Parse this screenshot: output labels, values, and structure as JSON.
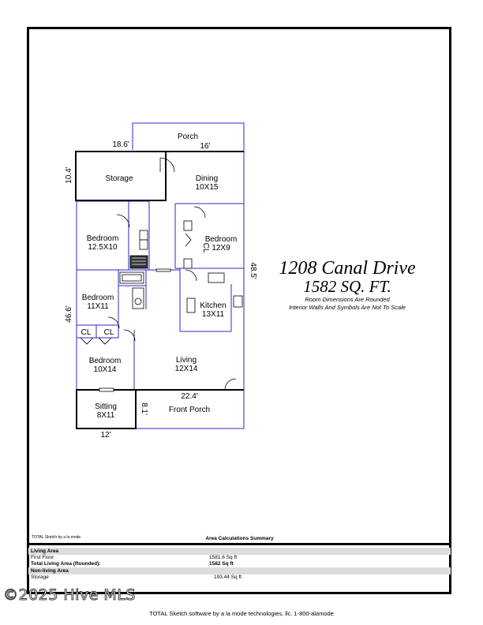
{
  "title": {
    "address": "1208 Canal Drive",
    "sqft": "1582 SQ. FT.",
    "note1": "Room Dimensions Are Rounded",
    "note2": "Interior Walls And Symbols Are Not To Scale"
  },
  "rooms": {
    "porch": "Porch",
    "storage": "Storage",
    "dining": {
      "name": "Dining",
      "size": "10X15"
    },
    "bedroom1": {
      "name": "Bedroom",
      "size": "12.5X10"
    },
    "bedroom2": {
      "name": "Bedroom",
      "size": "12X9"
    },
    "bedroom3": {
      "name": "Bedroom",
      "size": "11X11"
    },
    "kitchen": {
      "name": "Kitchen",
      "size": "13X11"
    },
    "bedroom4": {
      "name": "Bedroom",
      "size": "10X14"
    },
    "living": {
      "name": "Living",
      "size": "12X14"
    },
    "sitting": {
      "name": "Sitting",
      "size": "8X11"
    },
    "front_porch": "Front Porch",
    "closet": "CL"
  },
  "dimensions": {
    "porch_left": "18.6'",
    "porch_right": "16'",
    "storage_height": "10.4'",
    "right_side": "48.5'",
    "left_side": "46.6'",
    "front_porch_width": "22.4'",
    "front_porch_depth": "8.1'",
    "sitting_width": "12'"
  },
  "calc": {
    "software_small": "TOTAL Sketch by a la mode",
    "heading": "Area Calculations Summary",
    "living_section": "Living Area",
    "first_floor_label": "First Floor",
    "first_floor_value": "1581.6 Sq ft",
    "total_label": "Total Living Area (Rounded):",
    "total_value": "1582 Sq ft",
    "nonliving_section": "Non-living Area",
    "storage_label": "Storage",
    "storage_value": "193.44 Sq ft"
  },
  "watermark": "©2025 Hive MLS",
  "footer": "TOTAL Sketch software by a la mode technologies, llc. 1-800-alamode"
}
